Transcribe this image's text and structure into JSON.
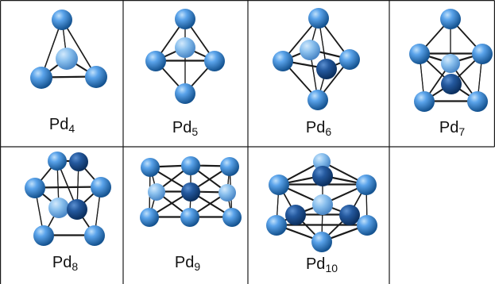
{
  "palette": {
    "atom_light": "#8fc6f2",
    "atom_mid": "#3f8fe0",
    "atom_dark": "#14528f",
    "bond_light": "#7fb8ea",
    "bond_dark": "#2667ad",
    "grid_line": "#1a1a1a"
  },
  "clusters": [
    {
      "element": "Pd",
      "count": "4",
      "icon": "tetrahedron-cluster-icon"
    },
    {
      "element": "Pd",
      "count": "5",
      "icon": "trigonal-bipyramid-cluster-icon"
    },
    {
      "element": "Pd",
      "count": "6",
      "icon": "octahedron-cluster-icon"
    },
    {
      "element": "Pd",
      "count": "7",
      "icon": "pentagonal-bipyramid-cluster-icon"
    },
    {
      "element": "Pd",
      "count": "8",
      "icon": "capped-cluster-8-icon"
    },
    {
      "element": "Pd",
      "count": "9",
      "icon": "prism-cluster-9-icon"
    },
    {
      "element": "Pd",
      "count": "10",
      "icon": "cluster-10-icon"
    }
  ]
}
